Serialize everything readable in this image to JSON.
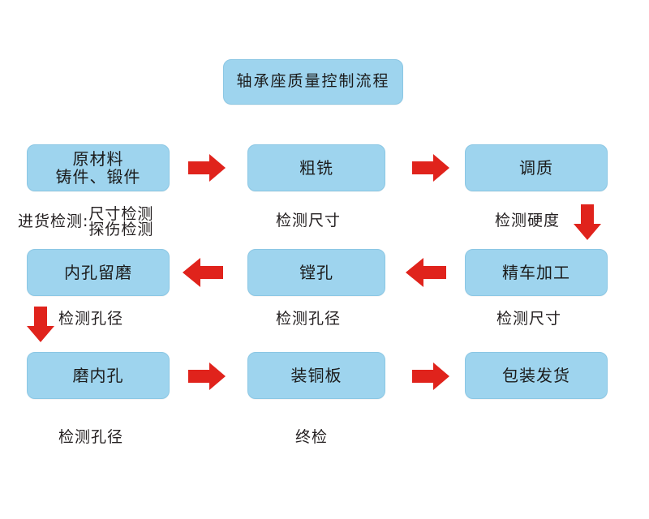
{
  "diagram": {
    "title": "轴承座质量控制流程",
    "background_color": "#ffffff",
    "node_fill": "#9ed4ee",
    "node_border": "#8bc7e4",
    "arrow_color": "#e0231c",
    "text_color": "#231f20",
    "rows": [
      {
        "id": "row-1",
        "nodes": [
          {
            "id": "raw-material",
            "line1": "原材料",
            "line2": "铸件、锻件"
          },
          {
            "id": "rough-milling",
            "line1": "粗铣",
            "line2": ""
          },
          {
            "id": "quenching-tempering",
            "line1": "调质",
            "line2": ""
          }
        ],
        "arrows": [
          {
            "id": "arrow-r1-1",
            "direction": "right"
          },
          {
            "id": "arrow-r1-2",
            "direction": "right"
          }
        ],
        "captions": [
          {
            "id": "caption-incoming-inspection",
            "prefix": "进货检测:",
            "line1": "尺寸检测",
            "line2": "探伤检测"
          },
          {
            "id": "caption-check-dimension-1",
            "prefix": "",
            "line1": "检测尺寸",
            "line2": ""
          },
          {
            "id": "caption-check-hardness",
            "prefix": "",
            "line1": "检测硬度",
            "line2": ""
          }
        ]
      },
      {
        "id": "row-2",
        "nodes": [
          {
            "id": "bore-grinding-allowance",
            "line1": "内孔留磨",
            "line2": ""
          },
          {
            "id": "boring",
            "line1": "镗孔",
            "line2": ""
          },
          {
            "id": "finish-turning",
            "line1": "精车加工",
            "line2": ""
          }
        ],
        "arrows": [
          {
            "id": "arrow-r2-1",
            "direction": "left"
          },
          {
            "id": "arrow-r2-2",
            "direction": "left"
          }
        ],
        "captions": [
          {
            "id": "caption-check-bore-1",
            "prefix": "",
            "line1": "检测孔径",
            "line2": ""
          },
          {
            "id": "caption-check-bore-2",
            "prefix": "",
            "line1": "检测孔径",
            "line2": ""
          },
          {
            "id": "caption-check-dimension-2",
            "prefix": "",
            "line1": "检测尺寸",
            "line2": ""
          }
        ]
      },
      {
        "id": "row-3",
        "nodes": [
          {
            "id": "bore-grinding",
            "line1": "磨内孔",
            "line2": ""
          },
          {
            "id": "copper-plate-mounting",
            "line1": "装铜板",
            "line2": ""
          },
          {
            "id": "packing-shipping",
            "line1": "包装发货",
            "line2": ""
          }
        ],
        "arrows": [
          {
            "id": "arrow-r3-1",
            "direction": "right"
          },
          {
            "id": "arrow-r3-2",
            "direction": "right"
          }
        ],
        "captions": [
          {
            "id": "caption-check-bore-3",
            "prefix": "",
            "line1": "检测孔径",
            "line2": ""
          },
          {
            "id": "caption-final-inspection",
            "prefix": "",
            "line1": "终检",
            "line2": ""
          }
        ]
      }
    ],
    "vertical_arrows": [
      {
        "id": "arrow-down-right",
        "direction": "down"
      },
      {
        "id": "arrow-down-left",
        "direction": "down"
      }
    ]
  }
}
